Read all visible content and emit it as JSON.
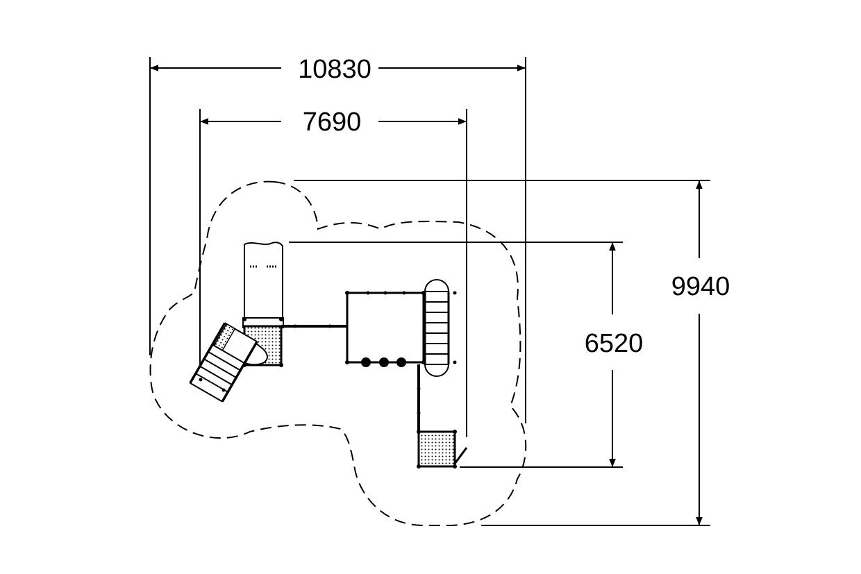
{
  "dimensions": {
    "overall_width": "10830",
    "structure_width": "7690",
    "overall_depth": "9940",
    "structure_depth": "6520"
  },
  "colors": {
    "line": "#000000",
    "background": "#ffffff"
  }
}
